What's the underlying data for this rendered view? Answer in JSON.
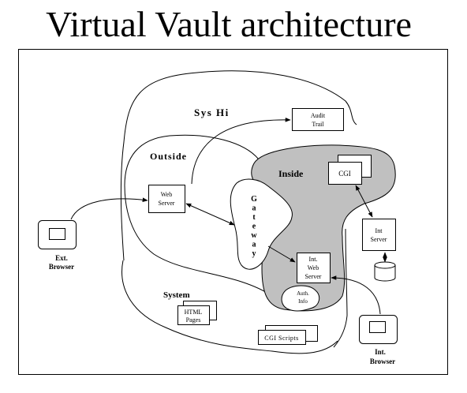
{
  "title": "Virtual Vault architecture",
  "regions": {
    "syshi": "Sys Hi",
    "outside": "Outside",
    "inside": "Inside",
    "system": "System"
  },
  "boxes": {
    "audit_trail": [
      "Audit",
      "Trail"
    ],
    "cgi": "CGI",
    "web_server": [
      "Web",
      "Server"
    ],
    "int_server": [
      "Int",
      "Server"
    ],
    "int_web_server": [
      "Int.",
      "Web",
      "Server"
    ],
    "auth_info": [
      "Auth.",
      "Info"
    ],
    "html_pages": [
      "HTML",
      "Pages"
    ],
    "cgi_scripts": "CGI Scripts"
  },
  "gateway": "Gateway",
  "browsers": {
    "ext": [
      "Ext.",
      "Browser"
    ],
    "int": [
      "Int.",
      "Browser"
    ]
  },
  "colors": {
    "inside_fill": "#c0c0c0",
    "line": "#000000",
    "background": "#ffffff"
  }
}
